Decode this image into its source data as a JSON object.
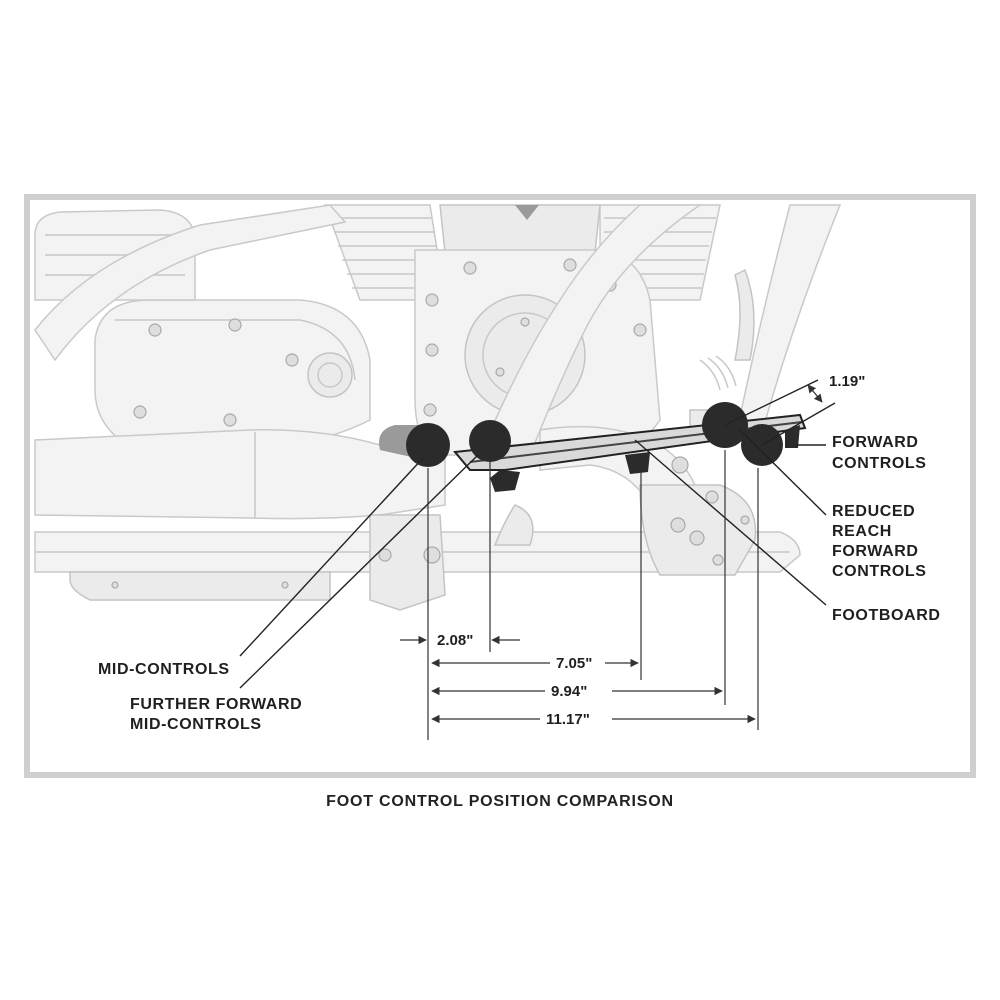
{
  "diagram": {
    "caption": "FOOT CONTROL POSITION COMPARISON",
    "labels": {
      "mid_controls": "MID-CONTROLS",
      "further_forward_1": "FURTHER FORWARD",
      "further_forward_2": "MID-CONTROLS",
      "forward_controls_1": "FORWARD",
      "forward_controls_2": "CONTROLS",
      "reduced_reach_1": "REDUCED",
      "reduced_reach_2": "REACH",
      "reduced_reach_3": "FORWARD",
      "reduced_reach_4": "CONTROLS",
      "footboard": "FOOTBOARD"
    },
    "dimensions": {
      "d1": "2.08\"",
      "d2": "7.05\"",
      "d3": "9.94\"",
      "d4": "11.17\"",
      "d5": "1.19\""
    },
    "colors": {
      "frame": "#c8c8c8",
      "peg": "#2b2b2b",
      "text": "#1f1f1f"
    }
  }
}
